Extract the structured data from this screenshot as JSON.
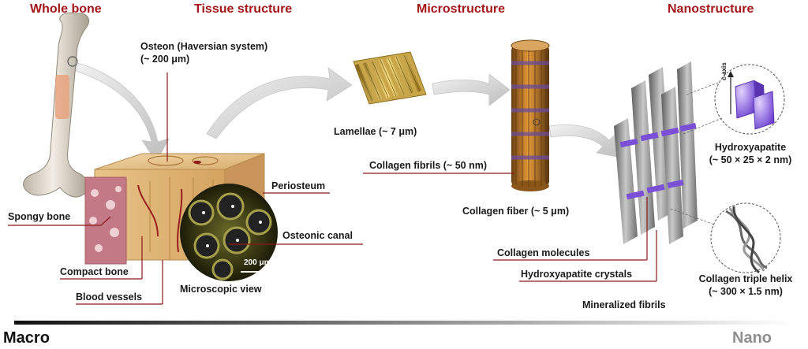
{
  "headers": {
    "whole_bone": "Whole bone",
    "tissue_structure": "Tissue structure",
    "microstructure": "Microstructure",
    "nanostructure": "Nanostructure"
  },
  "labels": {
    "osteon_line1": "Osteon (Haversian system)",
    "osteon_line2": "(~ 200 μm)",
    "periosteum": "Periosteum",
    "spongy_bone": "Spongy bone",
    "osteonic_canal": "Osteonic canal",
    "scale_bar": "200 μm",
    "compact_bone": "Compact bone",
    "blood_vessels": "Blood vessels",
    "microscopic_view": "Microscopic view",
    "lamellae": "Lamellae (~ 7 μm)",
    "collagen_fibrils": "Collagen fibrils (~ 50 nm)",
    "collagen_fiber": "Collagen fiber (~ 5 μm)",
    "hydroxyapatite_line1": "Hydroxyapatite",
    "hydroxyapatite_line2": "(~ 50 × 25 × 2 nm)",
    "c_axis": "c-axis",
    "collagen_molecules": "Collagen molecules",
    "hydroxyapatite_crystals": "Hydroxyapatite crystals",
    "triple_helix_line1": "Collagen triple helix",
    "triple_helix_line2": "(~ 300 × 1.5 nm)",
    "mineralized_fibrils": "Mineralized  fibrils"
  },
  "scale": {
    "macro": "Macro",
    "nano": "Nano"
  },
  "colors": {
    "header_red": "#a4161a",
    "leader_line": "#8b1a1a",
    "bone_tan": "#e2c08d",
    "spongy_pink": "#c9808a",
    "purple_crystal": "#7b4fd6",
    "fibril_gray": "#8a8a8a",
    "fiber_orange": "#c8751c",
    "fiber_purple": "#6b4b9a"
  }
}
